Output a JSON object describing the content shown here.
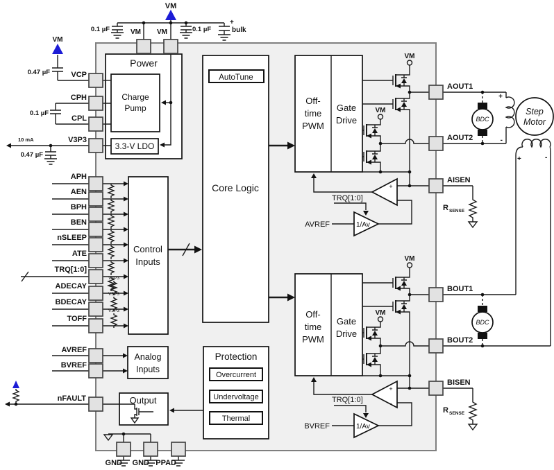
{
  "supply": {
    "vm": "VM",
    "uf01": "0.1 µF",
    "uf047": "0.47 µF",
    "bulk_plus": "+",
    "bulk": "bulk",
    "ma": "10 mA",
    "v3p3": "V3P3"
  },
  "pins": {
    "top": [
      "VM",
      "VM"
    ],
    "left": [
      "VCP",
      "CPH",
      "CPL",
      "V3P3",
      "APH",
      "AEN",
      "BPH",
      "BEN",
      "nSLEEP",
      "ATE",
      "TRQ[1:0]",
      "ADECAY",
      "BDECAY",
      "TOFF",
      "AVREF",
      "BVREF",
      "nFAULT"
    ],
    "right": [
      "AOUT1",
      "AOUT2",
      "AISEN",
      "BOUT1",
      "BOUT2",
      "BISEN"
    ],
    "bottom": [
      "GND",
      "GND",
      "PPAD"
    ]
  },
  "blocks": {
    "power": "Power",
    "charge_pump": [
      "Charge",
      "Pump"
    ],
    "ldo": "3.3-V LDO",
    "autotune": "AutoTune",
    "core_logic": "Core Logic",
    "control_inputs": [
      "Control",
      "Inputs"
    ],
    "analog_inputs": [
      "Analog",
      "Inputs"
    ],
    "protection": "Protection",
    "protection_items": [
      "Overcurrent",
      "Undervoltage",
      "Thermal"
    ],
    "output": "Output",
    "offtime_pwm": [
      "Off-",
      "time",
      "PWM"
    ],
    "gate_drive": [
      "Gate",
      "Drive"
    ]
  },
  "bridge": {
    "vm": "VM",
    "trq": "TRQ[1:0]",
    "avref": "AVREF",
    "bvref": "BVREF",
    "gain": "1/Av",
    "plus": "+",
    "minus": "-",
    "r": "R",
    "sense": "SENSE"
  },
  "motor": {
    "bdc": "BDC",
    "step": [
      "Step",
      "Motor"
    ],
    "plus": "+",
    "minus": "-"
  },
  "colors": {
    "accent_blue": "#1c1cd6",
    "chip_fill": "#f0f0f0",
    "pin_fill": "#e2e2e2",
    "line": "#1a1a1a"
  }
}
